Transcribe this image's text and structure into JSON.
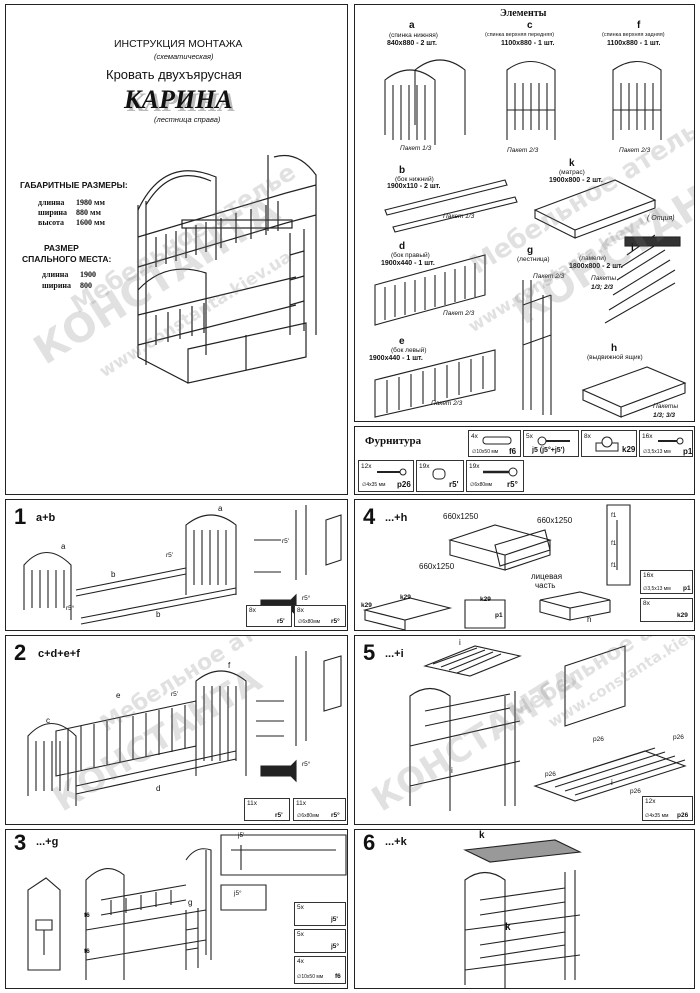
{
  "cover": {
    "heading": "ИНСТРУКЦИЯ МОНТАЖА",
    "subheading": "(схематическая)",
    "product": "Кровать двухъярусная",
    "model": "КАРИНА",
    "variant": "(лестница справа)",
    "dims_title": "ГАБАРИТНЫЕ РАЗМЕРЫ:",
    "dims": [
      {
        "label": "длинна",
        "value": "1980 мм"
      },
      {
        "label": "ширина",
        "value": "880 мм"
      },
      {
        "label": "высота",
        "value": "1600 мм"
      }
    ],
    "sleep_title_1": "РАЗМЕР",
    "sleep_title_2": "СПАЛЬНОГО МЕСТА:",
    "sleep": [
      {
        "label": "длинна",
        "value": "1900"
      },
      {
        "label": "ширина",
        "value": "800"
      }
    ]
  },
  "elements": {
    "title": "Элементы",
    "a": {
      "letter": "a",
      "name": "(спинка нижняя)",
      "size": "840х880 - 2 шт.",
      "pack": "Пакет 1/3"
    },
    "c": {
      "letter": "c",
      "name": "(спинка верхняя передняя)",
      "size": "1100х880 - 1 шт.",
      "pack": "Пакет 2/3"
    },
    "f": {
      "letter": "f",
      "name": "(спинка верхняя задняя)",
      "size": "1100х880 - 1 шт.",
      "pack": "Пакет 2/3"
    },
    "b": {
      "letter": "b",
      "name": "(бок нижний)",
      "size": "1900х110 - 2 шт.",
      "pack": "Пакет 1/3"
    },
    "k": {
      "letter": "k",
      "name": "(матрас)",
      "size": "1900х800 - 2 шт.",
      "note": "( Опция)"
    },
    "d": {
      "letter": "d",
      "name": "(бок правый)",
      "size": "1900х440 - 1 шт.",
      "pack": "Пакет 2/3"
    },
    "g": {
      "letter": "g",
      "name": "(лестница)",
      "pack": "Пакет 2/3"
    },
    "i": {
      "letter": "i",
      "name": "(ламели)",
      "size": "1800х800 - 2 шт.",
      "pack_1": "Пакеты",
      "pack_2": "1/3; 2/3"
    },
    "e": {
      "letter": "e",
      "name": "(бок левый)",
      "size": "1900х440 - 1 шт.",
      "pack": "Пакет 2/3"
    },
    "h": {
      "letter": "h",
      "name": "(выдвижной ящик)",
      "pack_1": "Пакеты",
      "pack_2": "1/3; 3/3"
    }
  },
  "hardware": {
    "title": "Фурнитура",
    "items": [
      {
        "qty": "4x",
        "spec": "∅10х50 мм",
        "code": "f6"
      },
      {
        "qty": "5x",
        "spec": "",
        "code": "j5 (j5°+j5')"
      },
      {
        "qty": "8x",
        "spec": "",
        "code": "k29"
      },
      {
        "qty": "16x",
        "spec": "∅3,5х13 мм",
        "code": "p1"
      },
      {
        "qty": "12x",
        "spec": "∅4х35 мм",
        "code": "p26"
      },
      {
        "qty": "19x",
        "spec": "",
        "code": "r5'"
      },
      {
        "qty": "19x",
        "spec": "∅6х80мм",
        "code": "r5°"
      }
    ]
  },
  "steps": [
    {
      "num": "1",
      "parts": "a+b",
      "labels": [
        "a",
        "a",
        "b",
        "b",
        "r5'",
        "r5'",
        "r5°",
        "r5°"
      ],
      "hw": [
        {
          "qty": "8x",
          "code": "r5'"
        },
        {
          "qty": "8x",
          "code": "r5°",
          "spec": "∅6х80мм"
        }
      ]
    },
    {
      "num": "2",
      "parts": "c+d+e+f",
      "labels": [
        "c",
        "e",
        "f",
        "d",
        "r5'",
        "r5°"
      ],
      "hw": [
        {
          "qty": "11x",
          "code": "r5'"
        },
        {
          "qty": "11x",
          "code": "r5°",
          "spec": "∅6х80мм"
        }
      ]
    },
    {
      "num": "3",
      "parts": "...+g",
      "labels": [
        "f6",
        "f6",
        "j5'",
        "j5°",
        "g"
      ],
      "hw": [
        {
          "qty": "5x",
          "code": "j5'"
        },
        {
          "qty": "5x",
          "code": "j5°"
        },
        {
          "qty": "4x",
          "code": "f6",
          "spec": "∅10х50 мм"
        }
      ]
    },
    {
      "num": "4",
      "parts": "...+h",
      "labels": [
        "660х1250",
        "660х1250",
        "660х1250",
        "лицевая",
        "часть",
        "k29",
        "k29",
        "k29",
        "p1",
        "h",
        "f1",
        "f1",
        "f1"
      ],
      "hw": [
        {
          "qty": "16x",
          "code": "p1",
          "spec": "∅3,5х13 мм"
        },
        {
          "qty": "8x",
          "code": "k29"
        }
      ]
    },
    {
      "num": "5",
      "parts": "...+i",
      "labels": [
        "i",
        "i",
        "p26",
        "p26",
        "p26",
        "p26",
        "i"
      ],
      "hw": [
        {
          "qty": "12x",
          "code": "p26",
          "spec": "∅4х35 мм"
        }
      ]
    },
    {
      "num": "6",
      "parts": "...+k",
      "labels": [
        "k",
        "k"
      ]
    }
  ],
  "watermarks": [
    "Мебельное ателье",
    "КОНСТАНТА",
    "www.constanta.kiev.ua"
  ]
}
